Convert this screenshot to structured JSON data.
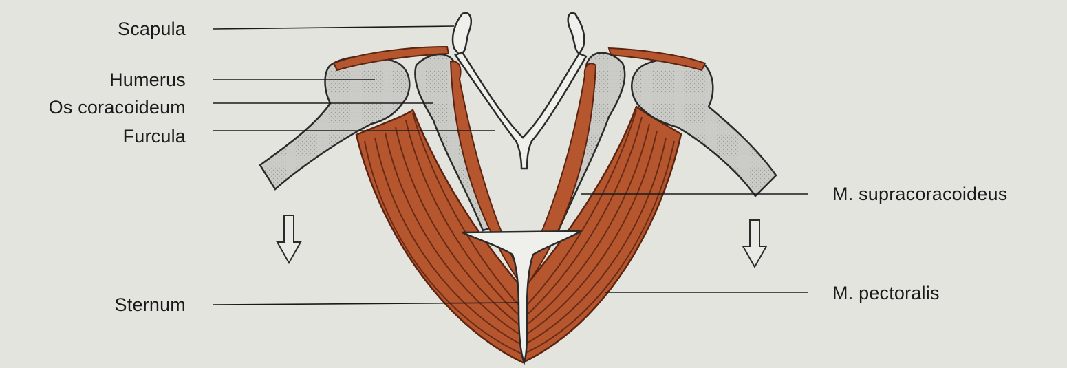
{
  "labels": {
    "scapula": "Scapula",
    "humerus": "Humerus",
    "os_coracoideum": "Os coracoideum",
    "furcula": "Furcula",
    "sternum": "Sternum",
    "m_supracoracoideus": "M. supracoracoideus",
    "m_pectoralis": "M. pectoralis"
  },
  "arrows": {
    "left": "down-arrow-icon",
    "right": "down-arrow-icon"
  },
  "colors": {
    "background": "#e4e4df",
    "bone": "#c9c9c5",
    "bone_outline": "#2a2a2a",
    "muscle": "#b5562f",
    "muscle_dark": "#6a2812",
    "bone_light": "#efefeb"
  }
}
